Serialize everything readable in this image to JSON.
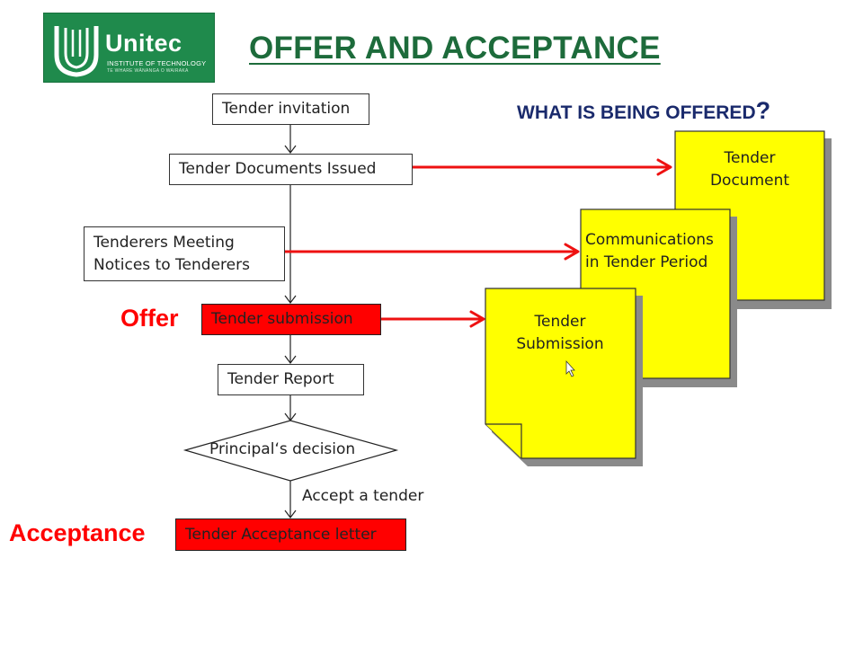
{
  "logo": {
    "name": "Unitec",
    "subtitle": "INSTITUTE OF TECHNOLOGY",
    "tagline": "TE WHARE WĀNANGA O WAIRAKA"
  },
  "title": "OFFER AND ACCEPTANCE",
  "question": {
    "text": "WHAT IS BEING OFFERED",
    "mark": "?"
  },
  "flow": {
    "tender_invitation": "Tender invitation",
    "documents_issued": "Tender Documents Issued",
    "meeting_line1": "Tenderers Meeting",
    "meeting_line2": "Notices to Tenderers",
    "submission": "Tender submission",
    "report": "Tender Report",
    "decision": "Principal‘s decision",
    "accept_label": "Accept a tender",
    "acceptance_letter": "Tender Acceptance letter"
  },
  "labels": {
    "offer": "Offer",
    "acceptance": "Acceptance"
  },
  "documents": {
    "doc1_line1": "Tender",
    "doc1_line2": "Document",
    "doc2_line1": "Communications",
    "doc2_line2": "in Tender Period",
    "doc3_line1": "Tender",
    "doc3_line2": "Submission"
  },
  "colors": {
    "arrow": "#ee1111",
    "document_fill": "#ffff00",
    "title": "#1d6b3b",
    "question": "#1a2a6c",
    "highlight": "#ff0000"
  }
}
